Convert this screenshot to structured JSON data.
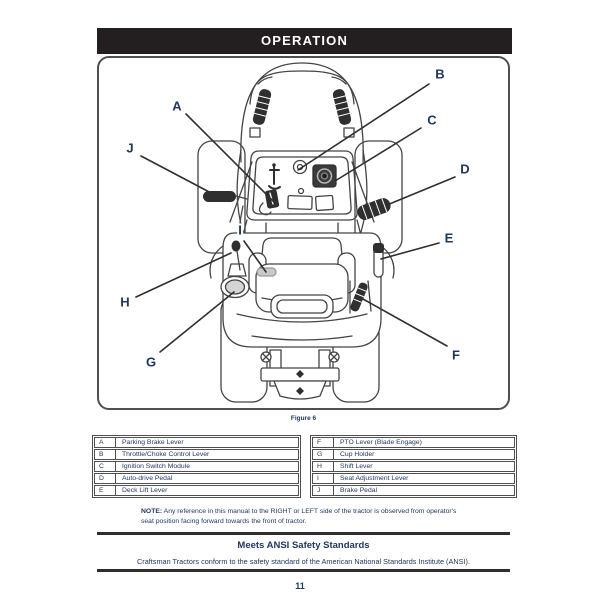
{
  "header": {
    "title": "OPERATION"
  },
  "figure": {
    "caption": "Figure 6",
    "callouts": [
      {
        "letter": "A"
      },
      {
        "letter": "B"
      },
      {
        "letter": "C"
      },
      {
        "letter": "D"
      },
      {
        "letter": "E"
      },
      {
        "letter": "F"
      },
      {
        "letter": "G"
      },
      {
        "letter": "H"
      },
      {
        "letter": "I"
      },
      {
        "letter": "J"
      }
    ]
  },
  "legend": {
    "left": [
      {
        "key": "A",
        "label": "Parking Brake Lever"
      },
      {
        "key": "B",
        "label": "Throttle/Choke Control Lever"
      },
      {
        "key": "C",
        "label": "Ignition Switch Module"
      },
      {
        "key": "D",
        "label": "Auto-drive Pedal"
      },
      {
        "key": "E",
        "label": "Deck Lift Lever"
      }
    ],
    "right": [
      {
        "key": "F",
        "label": "PTO Lever (Blade Engage)"
      },
      {
        "key": "G",
        "label": "Cup Holder"
      },
      {
        "key": "H",
        "label": "Shift Lever"
      },
      {
        "key": "I",
        "label": "Seat Adjustment Lever"
      },
      {
        "key": "J",
        "label": "Brake Pedal"
      }
    ]
  },
  "note": {
    "label": "NOTE:",
    "text": "Any reference in this manual to the RIGHT or LEFT side of the tractor is observed from operator's seat position facing forward towards the front of tractor."
  },
  "ansi": {
    "title": "Meets ANSI Safety Standards",
    "body": "Craftsman Tractors conform to the safety standard of the American National Standards Institute (ANSI)."
  },
  "page_number": "11",
  "colors": {
    "header_bg": "#231f20",
    "header_text": "#ffffff",
    "body_text": "#1f3864",
    "line_art": "#444444"
  }
}
